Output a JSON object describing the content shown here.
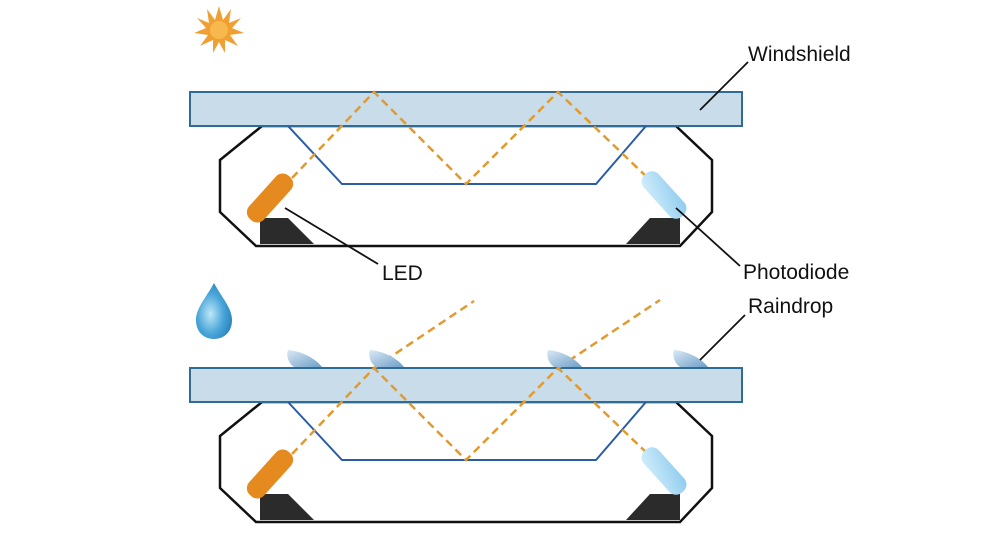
{
  "labels": {
    "windshield": "Windshield",
    "led": "LED",
    "photodiode": "Photodiode",
    "raindrop": "Raindrop"
  },
  "icons": {
    "sun": "sun-icon",
    "rain": "water-drop-icon"
  },
  "colors": {
    "glass_fill": "#c9dcea",
    "glass_stroke": "#2f6d96",
    "housing_stroke": "#111111",
    "prism_stroke": "#2a5ca8",
    "light_beam": "#e29a2e",
    "led": "#e48a1f",
    "photodiode": "#a9d8f2",
    "base_block": "#2b2b2b",
    "sun": "#f0a033",
    "drop": "#4aa6d9"
  }
}
